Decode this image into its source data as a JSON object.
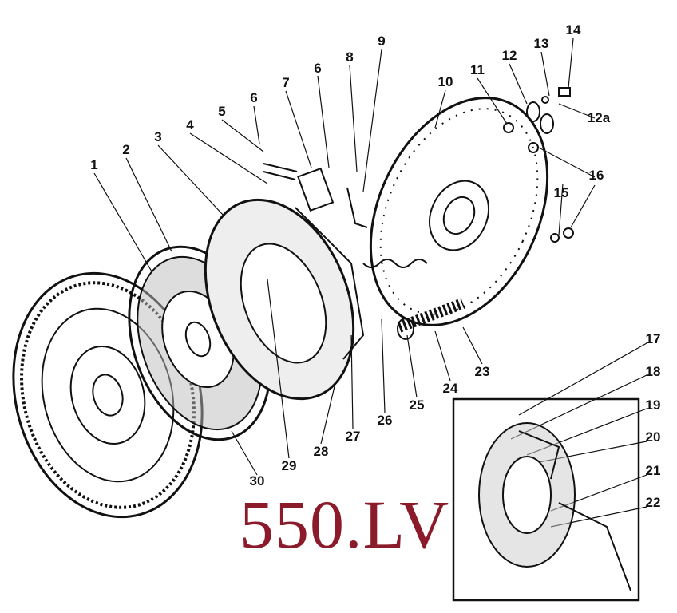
{
  "diagram": {
    "type": "exploded-parts-diagram",
    "part_numbers": [
      "1",
      "2",
      "3",
      "4",
      "5",
      "6",
      "7",
      "8",
      "9",
      "10",
      "11",
      "12",
      "13",
      "14",
      "12a",
      "15",
      "16",
      "17",
      "18",
      "19",
      "20",
      "21",
      "22",
      "23",
      "24",
      "25",
      "26",
      "27",
      "28",
      "29",
      "30"
    ],
    "watermark": "550.LV",
    "colors": {
      "ink": "#111111",
      "watermark": "#8b1a2a",
      "background": "#ffffff"
    }
  }
}
